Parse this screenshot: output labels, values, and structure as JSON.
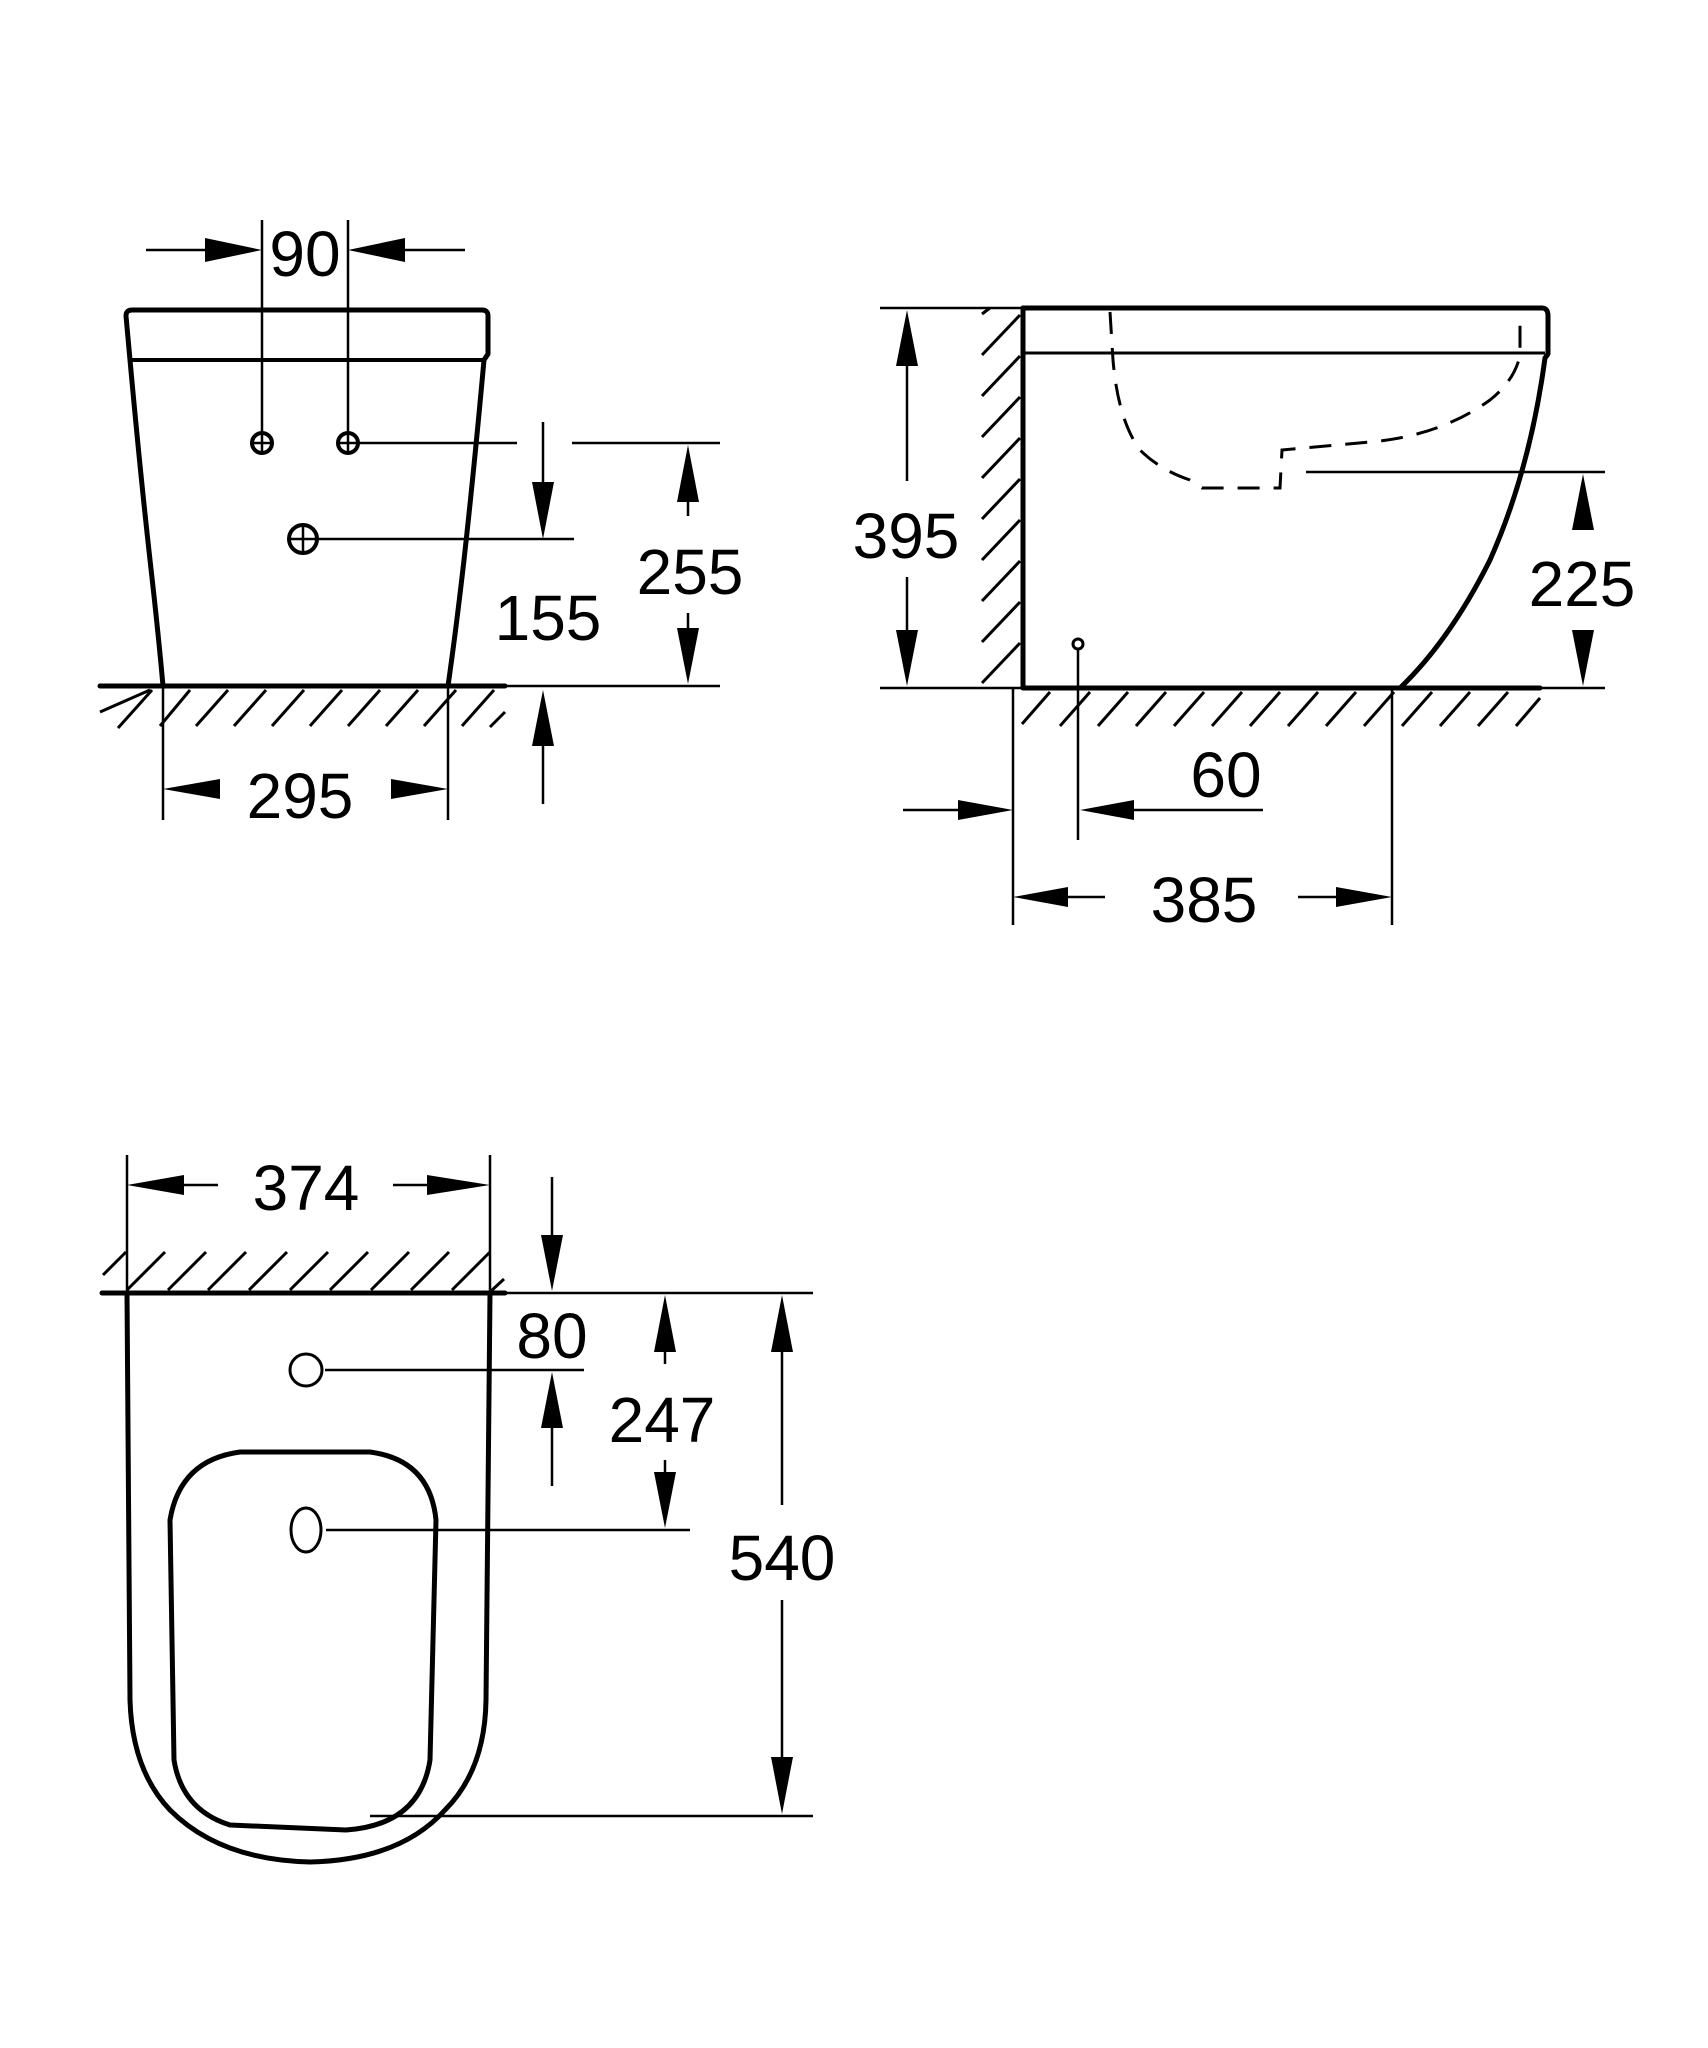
{
  "drawing": {
    "ink_color": "#000000",
    "background_color": "#ffffff",
    "units": "mm"
  },
  "front_view": {
    "dims": {
      "supply_spacing": "90",
      "waste_height": "155",
      "supply_height": "255",
      "base_width": "295"
    }
  },
  "side_view": {
    "dims": {
      "total_height": "395",
      "outlet_height": "225",
      "wall_to_connection": "60",
      "base_depth": "385"
    }
  },
  "top_view": {
    "dims": {
      "width": "374",
      "tap_hole_from_wall": "80",
      "waste_from_wall": "247",
      "projection": "540"
    }
  }
}
